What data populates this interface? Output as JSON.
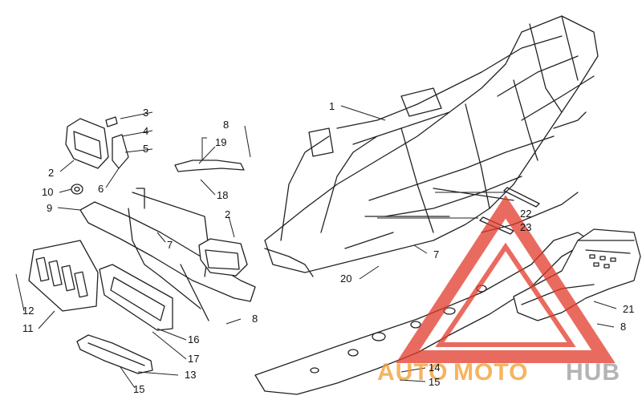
{
  "callouts": [
    {
      "id": "1",
      "label": "1"
    },
    {
      "id": "2a",
      "label": "2"
    },
    {
      "id": "2b",
      "label": "2"
    },
    {
      "id": "3",
      "label": "3"
    },
    {
      "id": "4",
      "label": "4"
    },
    {
      "id": "5",
      "label": "5"
    },
    {
      "id": "6",
      "label": "6"
    },
    {
      "id": "7a",
      "label": "7"
    },
    {
      "id": "7b",
      "label": "7"
    },
    {
      "id": "8a",
      "label": "8"
    },
    {
      "id": "8b",
      "label": "8"
    },
    {
      "id": "8c",
      "label": "8"
    },
    {
      "id": "9",
      "label": "9"
    },
    {
      "id": "10",
      "label": "10"
    },
    {
      "id": "11",
      "label": "11"
    },
    {
      "id": "12",
      "label": "12"
    },
    {
      "id": "13",
      "label": "13"
    },
    {
      "id": "14",
      "label": "14"
    },
    {
      "id": "15a",
      "label": "15"
    },
    {
      "id": "15b",
      "label": "15"
    },
    {
      "id": "16",
      "label": "16"
    },
    {
      "id": "17",
      "label": "17"
    },
    {
      "id": "18",
      "label": "18"
    },
    {
      "id": "19",
      "label": "19"
    },
    {
      "id": "20",
      "label": "20"
    },
    {
      "id": "21",
      "label": "21"
    },
    {
      "id": "22",
      "label": "22"
    },
    {
      "id": "23",
      "label": "23"
    }
  ],
  "watermark": {
    "part1": "AUTO",
    "part2": "MOTO",
    "part3": "HUB",
    "color_primary": "#f39a2a",
    "color_secondary": "#9a9a9a",
    "triangle_color": "#e23a2a"
  }
}
